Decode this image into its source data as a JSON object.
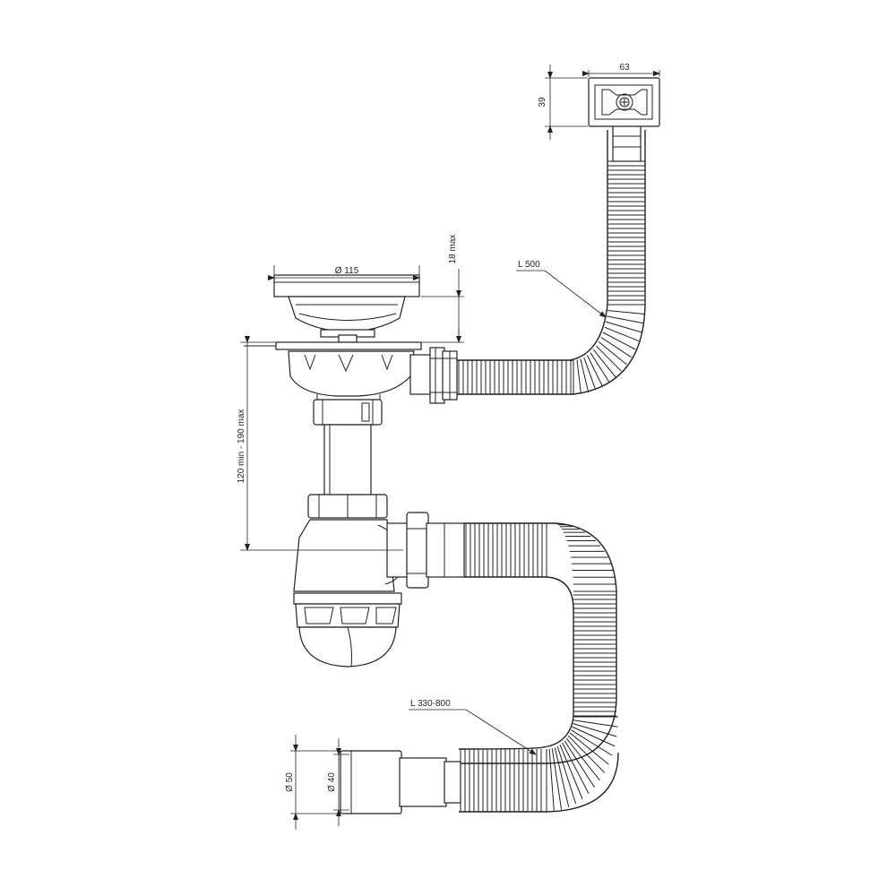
{
  "dimensions": {
    "overflow_width": "63",
    "overflow_height": "39",
    "overflow_hose_length": "L 500",
    "strainer_diameter": "Ø 115",
    "strainer_height": "18 max",
    "trap_height": "120 min - 190 max",
    "outlet_hose_length": "L 330-800",
    "outlet_outer_diameter": "Ø 50",
    "outlet_inner_diameter": "Ø 40"
  },
  "colors": {
    "line": "#231f20",
    "background": "#ffffff"
  }
}
